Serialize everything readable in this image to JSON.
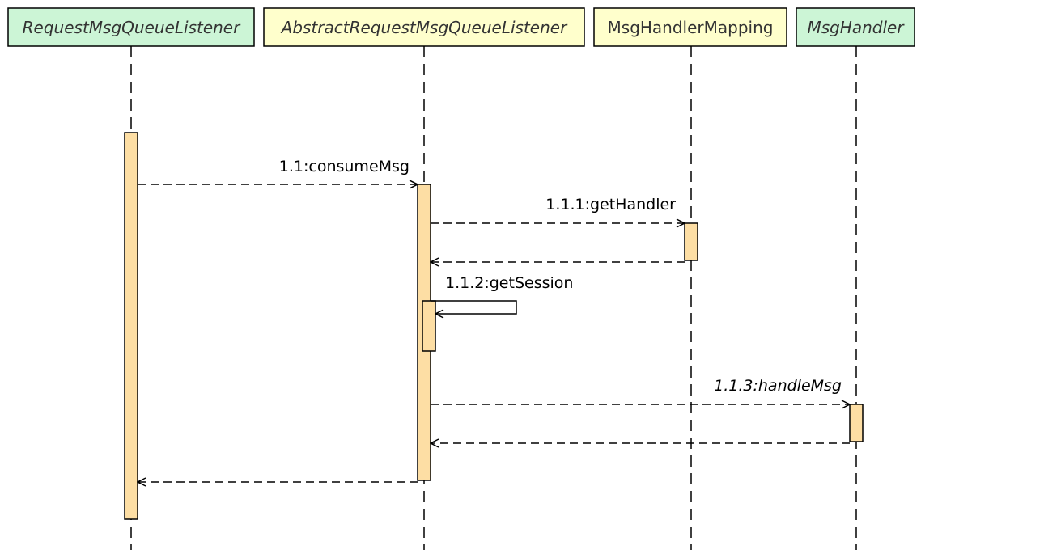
{
  "colors": {
    "class_head_fill": "#ccf5d6",
    "abstract_head_fill": "#ffffcc",
    "activation_fill": "#fddea4",
    "line": "#000000"
  },
  "participants": [
    {
      "id": "p1",
      "name": "RequestMsgQueueListener",
      "italic": true,
      "kind": "interface"
    },
    {
      "id": "p2",
      "name": "AbstractRequestMsgQueueListener",
      "italic": true,
      "kind": "abstract"
    },
    {
      "id": "p3",
      "name": "MsgHandlerMapping",
      "italic": false,
      "kind": "class"
    },
    {
      "id": "p4",
      "name": "MsgHandler",
      "italic": true,
      "kind": "interface"
    }
  ],
  "messages": [
    {
      "label": "1.1:consumeMsg",
      "italic": false
    },
    {
      "label": "1.1.1:getHandler",
      "italic": false
    },
    {
      "label": "1.1.2:getSession",
      "italic": false
    },
    {
      "label": "1.1.3:handleMsg",
      "italic": true
    }
  ]
}
